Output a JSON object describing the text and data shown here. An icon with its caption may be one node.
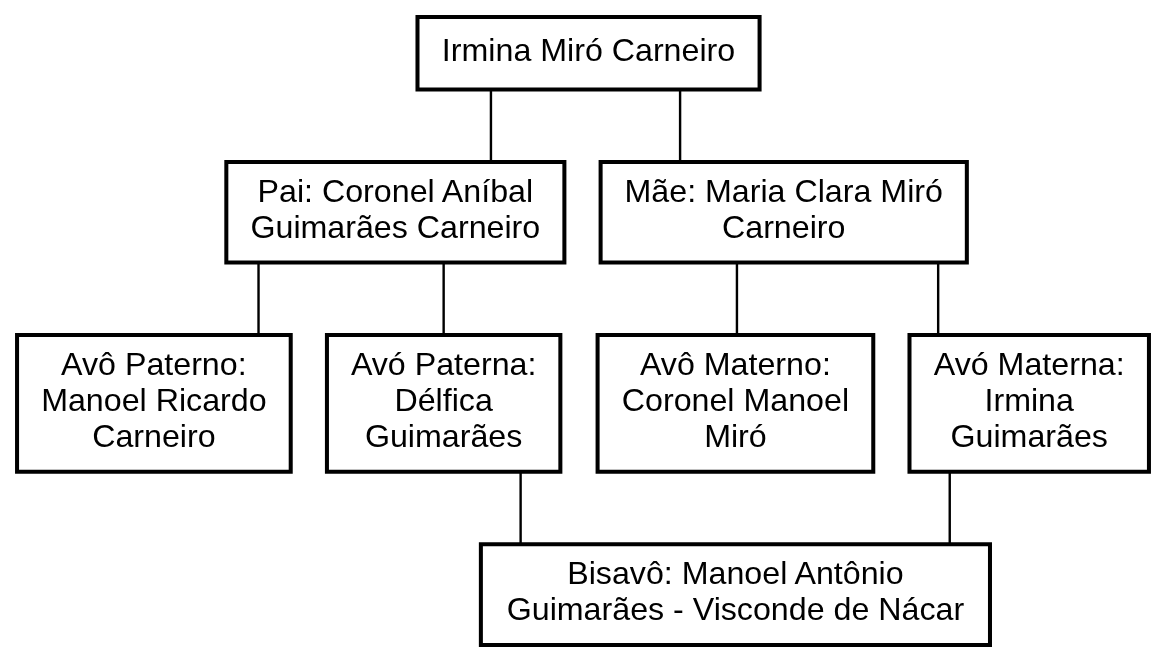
{
  "diagram": {
    "nodes": [
      {
        "text": [
          "Irmina Miró Carneiro"
        ]
      },
      {
        "text": [
          "Pai: Coronel Aníbal Guimarães Carneiro"
        ]
      },
      {
        "text": [
          "Mãe: Maria Clara Miró Carneiro"
        ]
      },
      {
        "text": [
          "Avô Paterno: Manoel Ricardo Carneiro"
        ]
      },
      {
        "text": [
          "Avó Paterna: Délfica Guimarães"
        ]
      },
      {
        "text": [
          "Avô Materno: Coronel Manoel Miró"
        ]
      },
      {
        "text": [
          "Avó Materna: Irmina Guimarães"
        ]
      },
      {
        "text": [
          "Bisavô: Manoel Antônio Guimarães - Visconde de Nácar"
        ]
      }
    ],
    "edges": [
      {
        "from": 0,
        "to": 1,
        "arrow": "none"
      },
      {
        "from": 0,
        "to": 2,
        "arrow": "none"
      },
      {
        "from": 1,
        "to": 3,
        "arrow": "none"
      },
      {
        "from": 1,
        "to": 4,
        "arrow": "none"
      },
      {
        "from": 2,
        "to": 5,
        "arrow": "none"
      },
      {
        "from": 2,
        "to": 6,
        "arrow": "none"
      },
      {
        "from": 4,
        "to": 7,
        "arrow": "none"
      },
      {
        "from": 6,
        "to": 7,
        "arrow": "none"
      }
    ]
  }
}
